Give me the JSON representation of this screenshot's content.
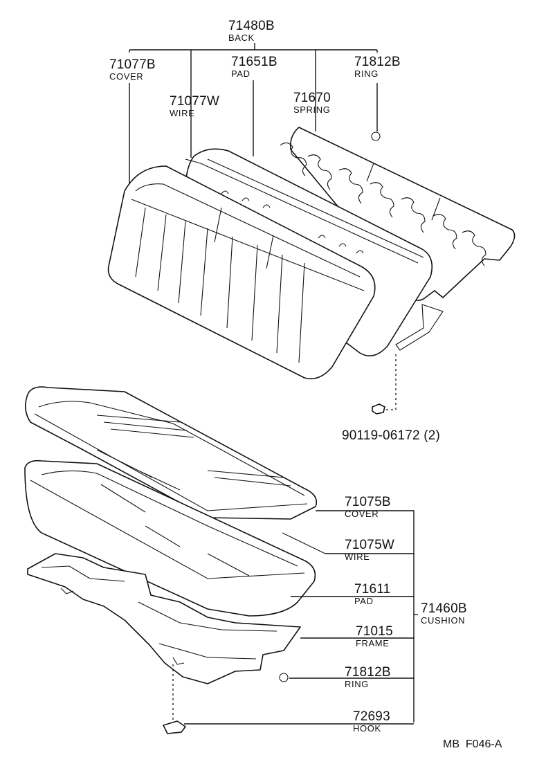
{
  "back_group": {
    "part_no": "71480B",
    "name": "BACK",
    "components": [
      {
        "part_no": "71077B",
        "name": "COVER"
      },
      {
        "part_no": "71651B",
        "name": "PAD"
      },
      {
        "part_no": "71812B",
        "name": "RING"
      },
      {
        "part_no": "71077W",
        "name": "WIRE"
      },
      {
        "part_no": "71670",
        "name": "SPRING"
      }
    ],
    "bolt": "90119-06172 (2)"
  },
  "cushion_group": {
    "part_no": "71460B",
    "name": "CUSHION",
    "components": [
      {
        "part_no": "71075B",
        "name": "COVER"
      },
      {
        "part_no": "71075W",
        "name": "WIRE"
      },
      {
        "part_no": "71611",
        "name": "PAD"
      },
      {
        "part_no": "71015",
        "name": "FRAME"
      },
      {
        "part_no": "71812B",
        "name": "RING"
      },
      {
        "part_no": "72693",
        "name": "HOOK"
      }
    ]
  },
  "footer": {
    "code": "MB  F046-A"
  }
}
